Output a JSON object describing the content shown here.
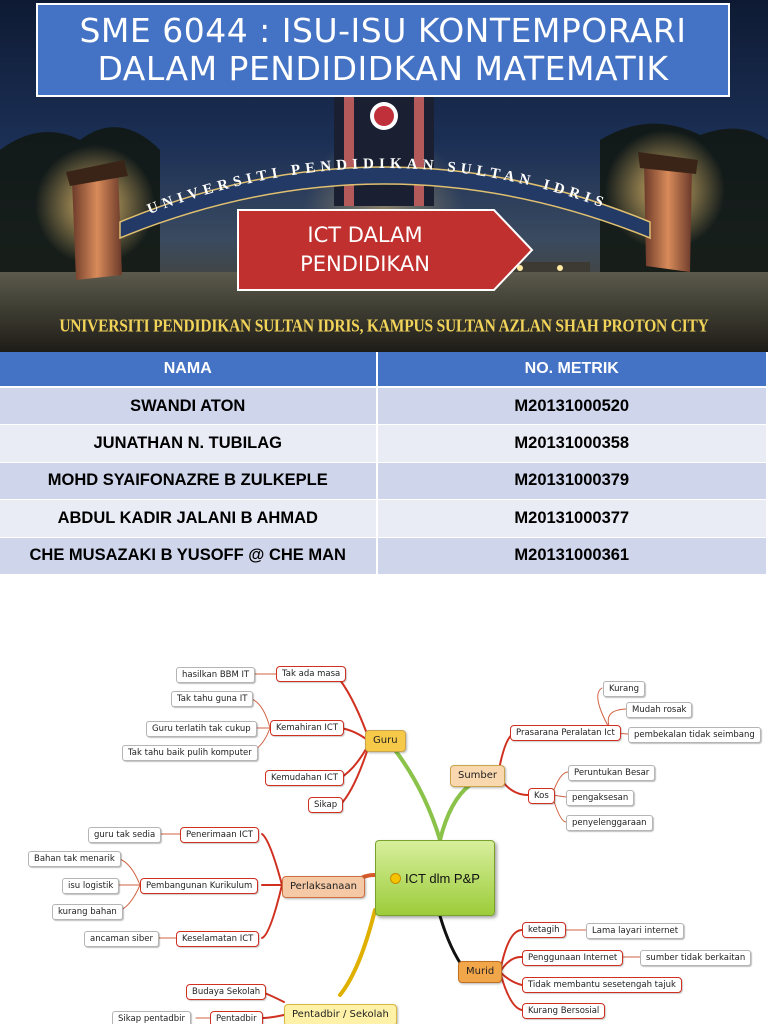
{
  "slide": {
    "title_line1": "SME 6044 : ISU-ISU KONTEMPORARI",
    "title_line2": "DALAM PENDIDIDKAN MATEMATIK",
    "topic_line1": "ICT DALAM",
    "topic_line2": "PENDIDIKAN",
    "gate_text": "UNIVERSITI PENDIDIKAN SULTAN IDRIS",
    "campus_caption": "UNIVERSITI PENDIDIKAN SULTAN IDRIS, KAMPUS SULTAN AZLAN SHAH PROTON CITY"
  },
  "table": {
    "headers": [
      "NAMA",
      "NO. METRIK"
    ],
    "rows": [
      [
        "SWANDI ATON",
        "M20131000520"
      ],
      [
        "JUNATHAN N. TUBILAG",
        "M20131000358"
      ],
      [
        "MOHD SYAIFONAZRE B ZULKEPLE",
        "M20131000379"
      ],
      [
        "ABDUL KADIR JALANI B AHMAD",
        "M20131000377"
      ],
      [
        "CHE MUSAZAKI B YUSOFF @ CHE MAN",
        "M20131000361"
      ]
    ]
  },
  "mindmap": {
    "center": "ICT dlm P&P",
    "guru": {
      "label": "Guru",
      "tak_ada_masa": "Tak ada masa",
      "hasilkan_bbm": "hasilkan BBM IT",
      "kemahiran": "Kemahiran ICT",
      "tak_tahu_guna": "Tak tahu guna IT",
      "terlatih": "Guru terlatih tak cukup",
      "baik_pulih": "Tak tahu baik pulih komputer",
      "kemudahan": "Kemudahan ICT",
      "sikap": "Sikap"
    },
    "sumber": {
      "label": "Sumber",
      "prasarana": "Prasarana Peralatan Ict",
      "kurang": "Kurang",
      "mudah_rosak": "Mudah rosak",
      "pembekalan": "pembekalan tidak seimbang",
      "kos": "Kos",
      "peruntukan": "Peruntukan Besar",
      "pengaksesan": "pengaksesan",
      "penyelenggaraan": "penyelenggaraan"
    },
    "perlaksanaan": {
      "label": "Perlaksanaan",
      "penerimaan": "Penerimaan ICT",
      "guru_tak_sedia": "guru tak sedia",
      "pembangunan": "Pembangunan Kurikulum",
      "bahan": "Bahan tak menarik",
      "isu_logistik": "isu logistik",
      "kurang_bahan": "kurang bahan",
      "keselamatan": "Keselamatan ICT",
      "ancaman": "ancaman siber"
    },
    "murid": {
      "label": "Murid",
      "ketagih": "ketagih",
      "lama_layari": "Lama layari internet",
      "penggunaan": "Penggunaan Internet",
      "sumber_tidak": "sumber tidak berkaitan",
      "tidak_membantu": "Tidak membantu sesetengah tajuk",
      "kurang_bersosial": "Kurang Bersosial"
    },
    "pentadbir": {
      "label": "Pentadbir / Sekolah",
      "budaya": "Budaya Sekolah",
      "pentadbir": "Pentadbir",
      "sikap_pentadbir": "Sikap pentadbir"
    }
  },
  "colors": {
    "title_blue": "#4472c4",
    "topic_red": "#c0302e",
    "caption_gold": "#f2d35a",
    "row_dark": "#cfd5ea",
    "row_light": "#e9ebf5",
    "branch_red": "#d03020",
    "center_green": "#9ccc3a"
  }
}
